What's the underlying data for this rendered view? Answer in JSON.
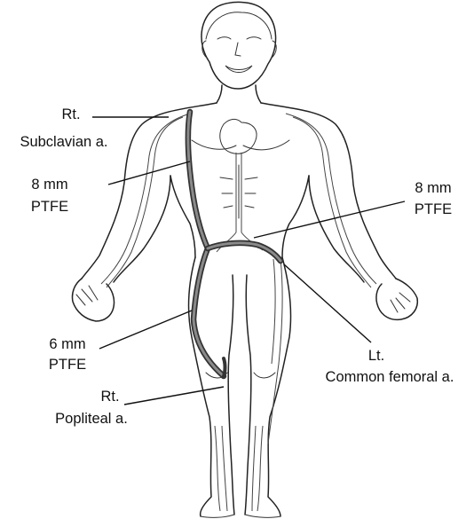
{
  "labels": {
    "subclavian_1": "Rt.",
    "subclavian_2": "Subclavian a.",
    "graft8r_1": "8 mm",
    "graft8r_2": "PTFE",
    "graft8l_1": "8 mm",
    "graft8l_2": "PTFE",
    "graft6_1": "6 mm",
    "graft6_2": "PTFE",
    "popliteal_1": "Rt.",
    "popliteal_2": "Popliteal a.",
    "femoral_1": "Lt.",
    "femoral_2": "Common femoral a."
  }
}
